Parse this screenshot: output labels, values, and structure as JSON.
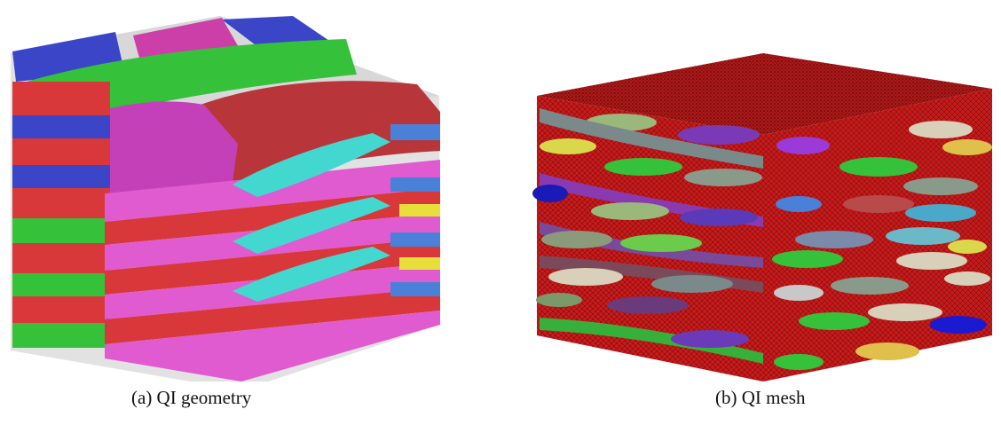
{
  "figures": [
    {
      "id": "a",
      "caption": "(a) QI geometry"
    },
    {
      "id": "b",
      "caption": "(b) QI mesh"
    }
  ],
  "colors": {
    "green": "#36c13a",
    "red": "#d8383a",
    "magenta": "#d84dd0",
    "blue": "#3a45c8",
    "cyan": "#42d8d0",
    "yellow": "#e8e03a",
    "mesh_red": "#c81a1a",
    "mesh_dark": "#5a0b0b",
    "tow_grey": "#8a9a8a",
    "tow_purple": "#7a3ab8"
  }
}
